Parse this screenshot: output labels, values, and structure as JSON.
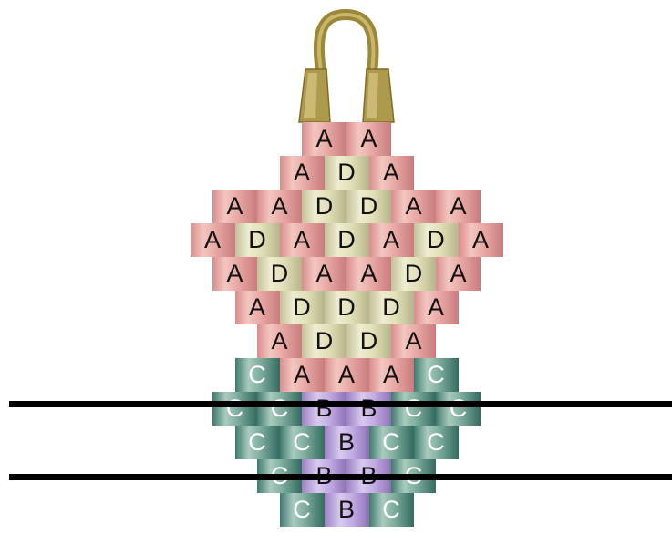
{
  "pattern": {
    "rows": [
      [
        "A",
        "A"
      ],
      [
        "A",
        "D",
        "A"
      ],
      [
        "A",
        "A",
        "D",
        "D",
        "A",
        "A"
      ],
      [
        "A",
        "D",
        "A",
        "D",
        "A",
        "D",
        "A"
      ],
      [
        "A",
        "D",
        "A",
        "A",
        "D",
        "A"
      ],
      [
        "A",
        "D",
        "D",
        "D",
        "A"
      ],
      [
        "A",
        "D",
        "D",
        "A"
      ],
      [
        "C",
        "A",
        "A",
        "A",
        "C"
      ],
      [
        "C",
        "C",
        "B",
        "B",
        "C",
        "C"
      ],
      [
        "C",
        "C",
        "B",
        "C",
        "C"
      ],
      [
        "C",
        "B",
        "B",
        "C"
      ],
      [
        "C",
        "B",
        "C"
      ]
    ],
    "colors": {
      "A": "pink",
      "D": "cream",
      "B": "lavender",
      "C": "teal"
    }
  },
  "ear_wire": {
    "icon": "ear-wire-hook-icon",
    "color": "#a89346"
  },
  "divider_lines": 2
}
